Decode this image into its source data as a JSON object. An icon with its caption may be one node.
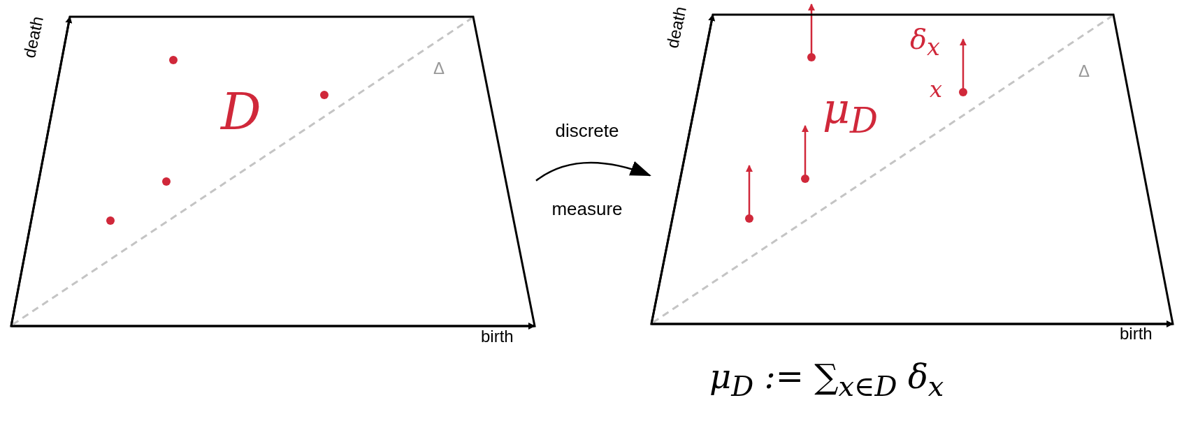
{
  "diagram": {
    "nodes": [
      {
        "text": [
          "D"
        ]
      },
      {
        "text": [
          "μ$_{D}$"
        ]
      }
    ],
    "edges": [
      {
        "from": 0,
        "to": 1,
        "arrow": "to",
        "label": "discrete measure"
      }
    ],
    "labels": [
      "death",
      "Δ",
      "birth",
      "death",
      "δ$_{x}$",
      "x",
      "Δ",
      "birth",
      "μ$_{D}$ := ∑$_{x∈D}$ δ$_{x}$"
    ]
  }
}
